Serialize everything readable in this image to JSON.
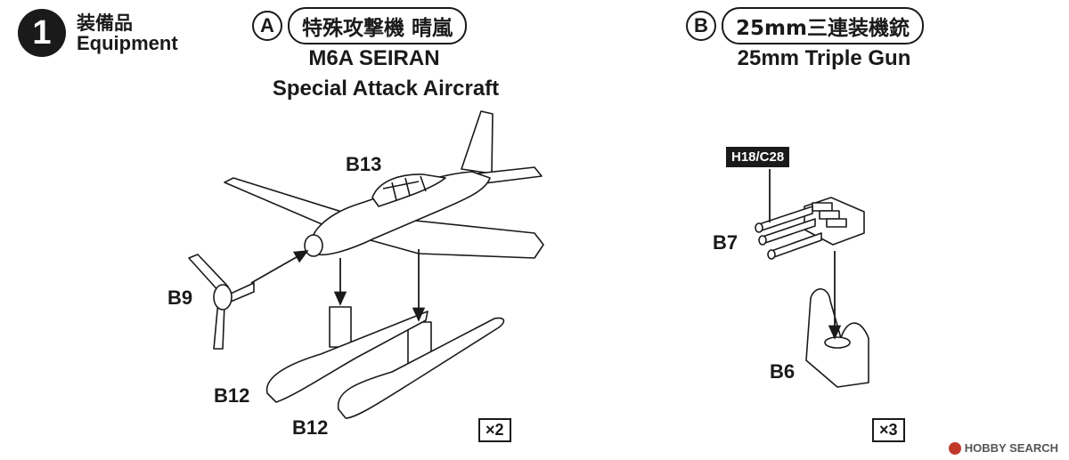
{
  "step": {
    "number": "1",
    "title_jp": "装備品",
    "title_en": "Equipment"
  },
  "section_a": {
    "letter": "A",
    "title_jp": "特殊攻撃機 晴嵐",
    "subtitle_line1": "M6A SEIRAN",
    "subtitle_line2": "Special Attack Aircraft",
    "parts": {
      "b13": "B13",
      "b9": "B9",
      "b12_upper": "B12",
      "b12_lower": "B12"
    },
    "quantity": "×2"
  },
  "section_b": {
    "letter": "B",
    "title_jp": "25mm三連装機銃",
    "subtitle": "25mm Triple Gun",
    "ref_tag": "H18/C28",
    "parts": {
      "b7": "B7",
      "b6": "B6"
    },
    "quantity": "×3"
  },
  "watermark": {
    "text": "HOBBY SEARCH"
  }
}
